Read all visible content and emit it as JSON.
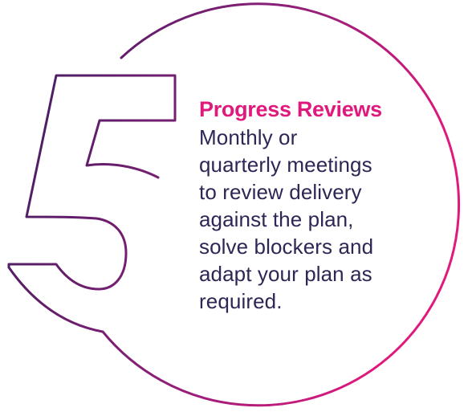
{
  "step": {
    "number": "5",
    "title": "Progress Reviews",
    "description_lines": [
      "Monthly or",
      "quarterly meetings",
      "to review delivery",
      "against the plan,",
      "solve blockers and",
      "adapt your plan as",
      "required."
    ]
  },
  "colors": {
    "accent": "#e0197d",
    "text": "#2e2654",
    "gradient_start": "#3a1e5c",
    "gradient_end": "#e0197d"
  }
}
